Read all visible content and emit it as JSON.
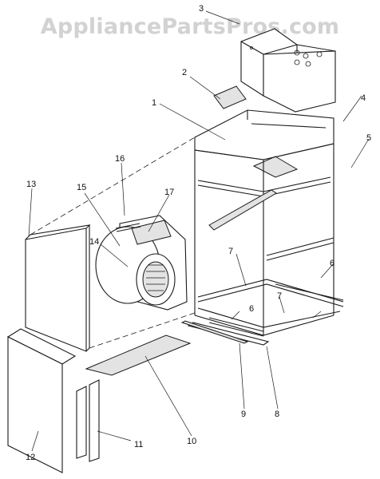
{
  "watermark": "AppliancePartsPros.com",
  "callouts": [
    "1",
    "2",
    "3",
    "4",
    "5",
    "6",
    "6",
    "7",
    "7",
    "8",
    "9",
    "10",
    "11",
    "12",
    "13",
    "14",
    "15",
    "16",
    "17"
  ]
}
